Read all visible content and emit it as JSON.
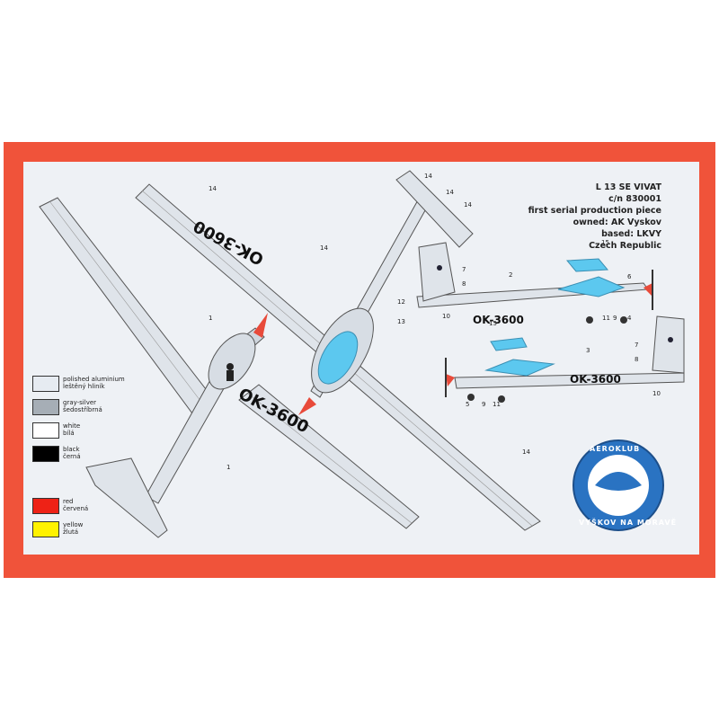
{
  "info": {
    "lines": [
      "L 13 SE VIVAT",
      "c/n 830001",
      "first serial production piece",
      "owned: AK Vyskov",
      "based: LKVY",
      "Czech Republic"
    ]
  },
  "registration": "OK-3600",
  "legend": [
    {
      "color": "#e6ebf1",
      "en": "polished aluminium",
      "cz": "leštěný hliník"
    },
    {
      "color": "#a6aeb6",
      "en": "gray-silver",
      "cz": "šedostříbrná"
    },
    {
      "color": "#ffffff",
      "en": "white",
      "cz": "bílá"
    },
    {
      "color": "#000000",
      "en": "black",
      "cz": "černá"
    },
    {
      "color": "#ee2216",
      "en": "red",
      "cz": "červená"
    },
    {
      "color": "#fff200",
      "en": "yellow",
      "cz": "žlutá"
    }
  ],
  "callouts": [
    "14",
    "14",
    "14",
    "14",
    "14",
    "14",
    "1",
    "1",
    "12",
    "13",
    "15",
    "2",
    "7",
    "8",
    "10",
    "6",
    "11",
    "9",
    "4",
    "15",
    "3",
    "7",
    "8",
    "10",
    "5",
    "9",
    "11"
  ],
  "badge": {
    "top": "AEROKLUB",
    "bottom": "VYŠKOV NA MORAVĚ"
  },
  "colors": {
    "box": "#f0533a",
    "sheet": "#eef1f5",
    "canopy": "#5cc8ef",
    "badge": "#2a73c2"
  }
}
